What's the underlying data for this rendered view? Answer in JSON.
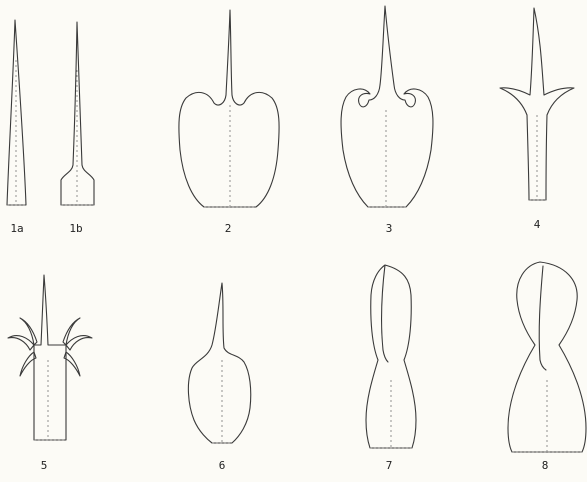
{
  "figures": [
    {
      "id": "1a",
      "label": "1a"
    },
    {
      "id": "1b",
      "label": "1b"
    },
    {
      "id": "2",
      "label": "2"
    },
    {
      "id": "3",
      "label": "3"
    },
    {
      "id": "4",
      "label": "4"
    },
    {
      "id": "5",
      "label": "5"
    },
    {
      "id": "6",
      "label": "6"
    },
    {
      "id": "7",
      "label": "7"
    },
    {
      "id": "8",
      "label": "8"
    }
  ]
}
